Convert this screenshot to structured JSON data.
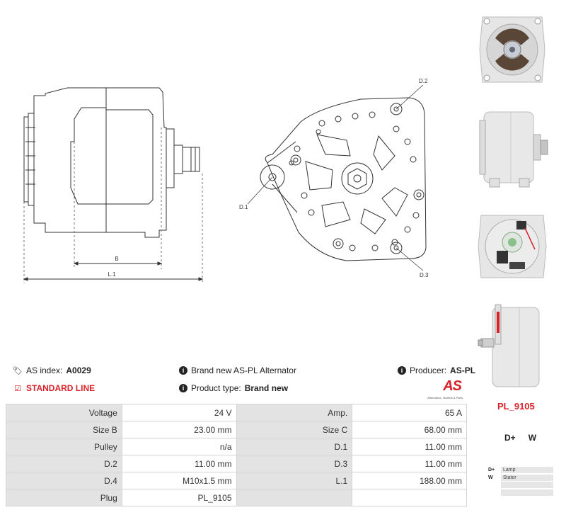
{
  "drawing": {
    "side_labels": {
      "b": "B",
      "l1": "L.1"
    },
    "front_labels": {
      "d1": "D.1",
      "d2": "D.2",
      "d3": "D.3"
    }
  },
  "info": {
    "as_index_label": "AS index:",
    "as_index_value": "A0029",
    "standard_line": "STANDARD LINE",
    "brand_new": "Brand new AS-PL Alternator",
    "product_type_label": "Product type:",
    "product_type_value": "Brand new",
    "producer_label": "Producer:",
    "producer_value": "AS-PL"
  },
  "logo": {
    "text": "AS",
    "tagline": "Alternators, Starters & Parts"
  },
  "specs": [
    [
      "Voltage",
      "24 V",
      "Amp.",
      "65 A"
    ],
    [
      "Size B",
      "23.00 mm",
      "Size C",
      "68.00 mm"
    ],
    [
      "Pulley",
      "n/a",
      "D.1",
      "11.00 mm"
    ],
    [
      "D.2",
      "11.00 mm",
      "D.3",
      "11.00 mm"
    ],
    [
      "D.4",
      "M10x1.5 mm",
      "L.1",
      "188.00 mm"
    ],
    [
      "Plug",
      "PL_9105",
      "",
      ""
    ]
  ],
  "plug": {
    "code": "PL_9105",
    "terminals": [
      "D+",
      "W"
    ],
    "legend": [
      {
        "key": "D+",
        "value": "Lamp"
      },
      {
        "key": "W",
        "value": "Stator"
      }
    ]
  },
  "colors": {
    "accent": "#d8222a",
    "table_label_bg": "#e3e3e3",
    "border": "#d4d4d4"
  }
}
